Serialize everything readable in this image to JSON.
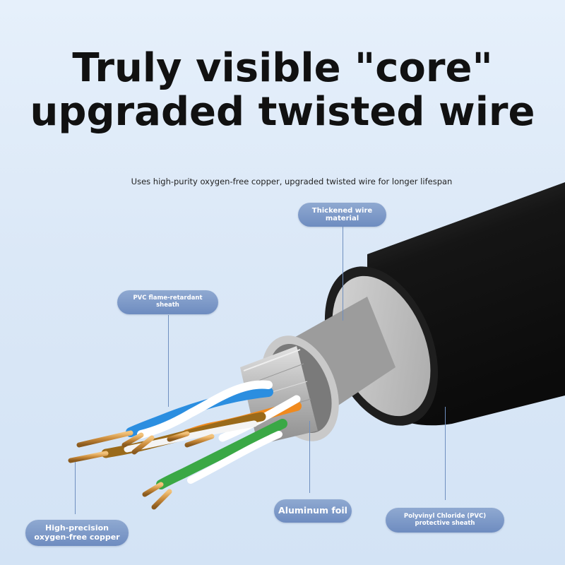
{
  "headline": {
    "line1": "Truly visible \"core\"",
    "line2": "upgraded twisted wire"
  },
  "subtitle": "Uses high-purity oxygen-free copper, upgraded twisted wire for longer lifespan",
  "callouts": {
    "thickened_wire": "Thickened wire\nmaterial",
    "pvc_sheath": "PVC flame-retardant\nsheath",
    "aluminum_foil": "Aluminum foil",
    "pvc_protective": "Polyvinyl Chloride (PVC)\nprotective sheath",
    "copper": "High-precision\noxygen-free copper"
  },
  "colors": {
    "pill": "#7a97c8",
    "jacket": "#1a1a1a",
    "foil": "#b9b9b9",
    "copper": "#c98a3a",
    "pair_blue": "#2b8ee0",
    "pair_orange": "#f08a1e",
    "pair_green": "#3aa845",
    "pair_brown": "#9a6a1a"
  }
}
